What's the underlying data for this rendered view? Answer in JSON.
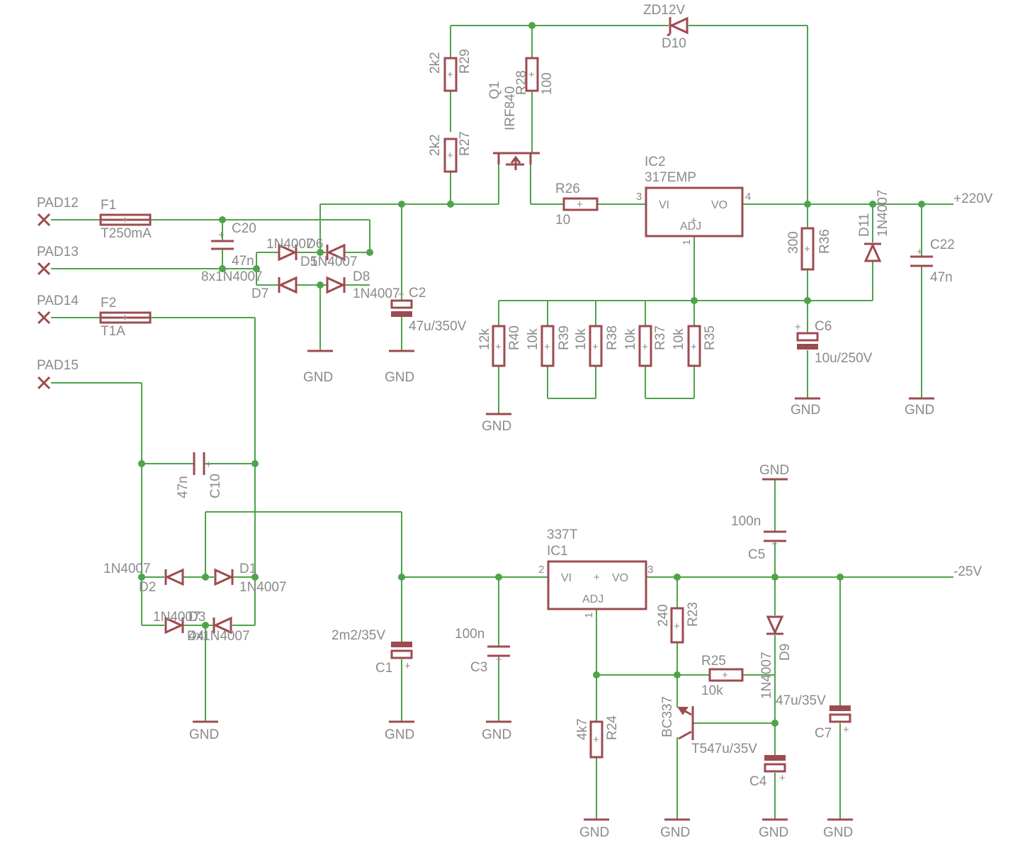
{
  "pads": {
    "pad12": "PAD12",
    "pad13": "PAD13",
    "pad14": "PAD14",
    "pad15": "PAD15"
  },
  "fuses": {
    "f1": "F1",
    "f1v": "T250mA",
    "f2": "F2",
    "f2v": "T1A"
  },
  "caps": {
    "c20": "C20",
    "c20v": "47n",
    "c2": "C2",
    "c2v": "47u/350V",
    "c22": "C22",
    "c22v": "47n",
    "c6": "C6",
    "c6v": "10u/250V",
    "c10": "C10",
    "c10v": "47n",
    "c1": "C1",
    "c1v": "2m2/35V",
    "c3": "C3",
    "c3v": "100n",
    "c5": "C5",
    "c5v": "100n",
    "c4": "C4",
    "c7": "C7",
    "c7v": "47u/35V"
  },
  "diodes": {
    "d5": "1N4007",
    "d5n": "D5",
    "d6n": "D6",
    "d6": "1N4007",
    "d7": "D7",
    "d8": "D8",
    "d8v": "1N4007",
    "bridge_top": "8x1N4007",
    "d10": "D10",
    "zd": "ZD12V",
    "d11": "D11",
    "d11v": "1N4007",
    "d2v": "1N4007",
    "d2": "D2",
    "d1": "D1",
    "d1v": "1N4007",
    "d3v": "1N4007",
    "d3": "D3",
    "d4": "D4",
    "bridge_bot": "4x1N4007",
    "d9": "D9",
    "d9v": "1N4007"
  },
  "resistors": {
    "r29": "R29",
    "r29v": "2k2",
    "r27": "R27",
    "r27v": "2k2",
    "r28": "R28",
    "r28v": "100",
    "r26": "R26",
    "r26v": "10",
    "r36": "R36",
    "r36v": "300",
    "r40": "R40",
    "r40v": "12k",
    "r39": "R39",
    "r39v": "10k",
    "r38": "R38",
    "r38v": "10k",
    "r37": "R37",
    "r37v": "10k",
    "r35": "R35",
    "r35v": "10k",
    "r23": "R23",
    "r23v": "240",
    "r25": "R25",
    "r25v": "10k",
    "r24": "R24",
    "r24v": "4k7"
  },
  "transistors": {
    "q1": "Q1",
    "q1v": "IRF840",
    "t5": "T5",
    "t5v": "BC337"
  },
  "ics": {
    "ic2": "IC2",
    "ic2v": "317EMP",
    "ic1": "IC1",
    "ic1v": "337T",
    "vi": "VI",
    "vo": "VO",
    "adj": "ADJ",
    "p1": "1",
    "p2": "2",
    "p3": "3",
    "p4": "4"
  },
  "rails": {
    "hv": "+220V",
    "neg": "-25V",
    "gnd": "GND"
  },
  "overlap": {
    "t547": "T547u/35V",
    "d78": "1N4007",
    "d78b": "D8"
  }
}
